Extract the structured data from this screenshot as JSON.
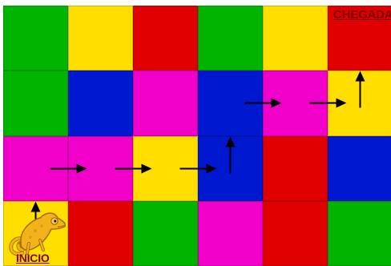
{
  "board": {
    "columns": 6,
    "rows": 4,
    "colors": {
      "green": "#00b400",
      "yellow": "#ffde00",
      "red": "#e00000",
      "blue": "#0018d0",
      "magenta": "#f000c8"
    },
    "grid": [
      [
        "green",
        "yellow",
        "red",
        "green",
        "yellow",
        "red"
      ],
      [
        "green",
        "blue",
        "magenta",
        "blue",
        "magenta",
        "yellow"
      ],
      [
        "magenta",
        "magenta",
        "yellow",
        "blue",
        "red",
        "blue"
      ],
      [
        "yellow",
        "red",
        "green",
        "magenta",
        "red",
        "green"
      ]
    ]
  },
  "labels": {
    "finish": "CHEGADA",
    "start": "INICIO"
  },
  "path": [
    {
      "row": 3,
      "col": 0,
      "dir": "up"
    },
    {
      "row": 2,
      "col": 0,
      "dir": "right"
    },
    {
      "row": 2,
      "col": 1,
      "dir": "right"
    },
    {
      "row": 2,
      "col": 2,
      "dir": "right"
    },
    {
      "row": 2,
      "col": 3,
      "dir": "up"
    },
    {
      "row": 1,
      "col": 3,
      "dir": "right"
    },
    {
      "row": 1,
      "col": 4,
      "dir": "right"
    },
    {
      "row": 1,
      "col": 5,
      "dir": "up"
    }
  ],
  "pieces": {
    "player": "chameleon-icon"
  }
}
